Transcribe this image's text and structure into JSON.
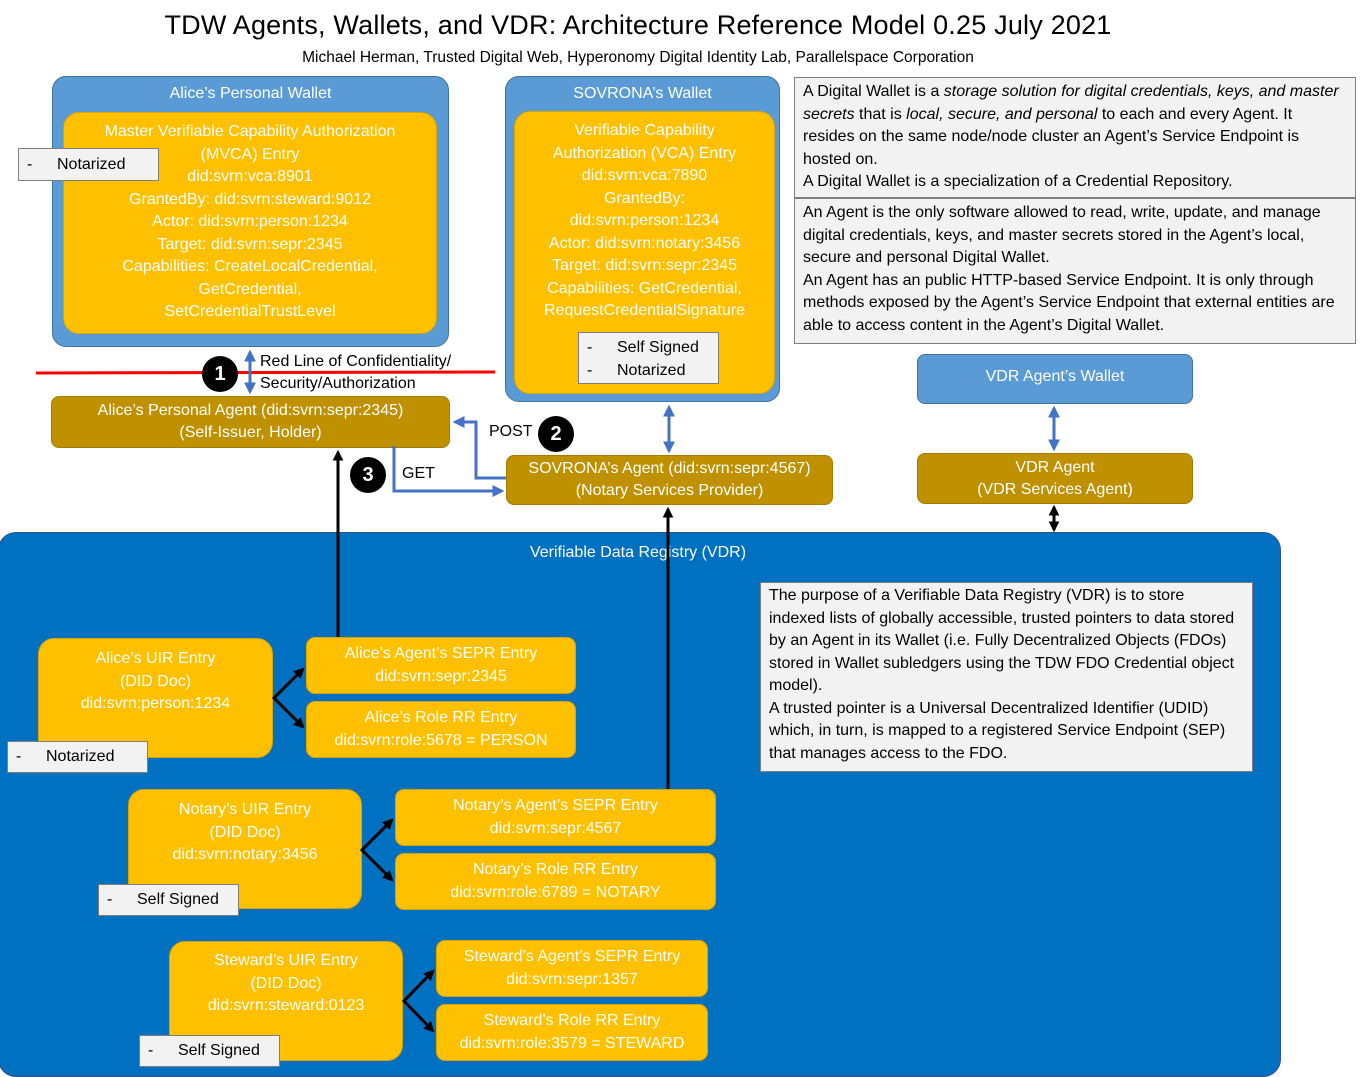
{
  "header": {
    "title": "TDW Agents, Wallets, and VDR: Architecture Reference Model 0.25 July 2021",
    "subtitle": "Michael Herman, Trusted Digital Web, Hyperonomy Digital Identity Lab, Parallelspace Corporation"
  },
  "alice_wallet": {
    "title": "Alice’s Personal Wallet",
    "entry_lines": [
      "Master Verifiable Capability Authorization",
      "(MVCA) Entry",
      "did:svrn:vca:8901",
      "GrantedBy: did:svrn:steward:9012",
      "Actor: did:svrn:person:1234",
      "Target: did:svrn:sepr:2345",
      "Capabilities: CreateLocalCredential,",
      "GetCredential,",
      "SetCredentialTrustLevel"
    ],
    "tags": [
      "Notarized"
    ]
  },
  "sovrona_wallet": {
    "title": "SOVRONA’s Wallet",
    "entry_lines": [
      "Verifiable Capability",
      "Authorization (VCA) Entry",
      "did:svrn:vca:7890",
      "GrantedBy:",
      "did:svrn:person:1234",
      "Actor: did:svrn:notary:3456",
      "Target: did:svrn:sepr:2345",
      "Capabilities: GetCredential,",
      "RequestCredentialSignature"
    ],
    "tags": [
      "Self Signed",
      "Notarized"
    ]
  },
  "notes": {
    "wallet_note": {
      "p1_a": "A Digital Wallet is a ",
      "p1_b": "storage solution for digital credentials, keys, and master secrets",
      "p1_c": " that is ",
      "p1_d": "local, secure, and personal",
      "p1_e": " to each and every Agent. It resides on the same node/node cluster an Agent’s Service Endpoint is hosted on.",
      "p2": "A Digital Wallet is a specialization of a Credential Repository."
    },
    "agent_note": {
      "p1": "An Agent is the only software allowed to read, write, update, and manage digital credentials, keys, and master secrets stored in the Agent’s local, secure and personal Digital Wallet.",
      "p2": "An Agent has an public HTTP-based Service Endpoint. It is only through methods exposed by the Agent’s Service Endpoint that external entities are able to access content in the Agent’s Digital Wallet."
    },
    "vdr_note": {
      "p1": "The purpose of a Verifiable Data Registry (VDR) is to store indexed lists of globally accessible, trusted pointers to data stored by an Agent in its Wallet (i.e. Fully Decentralized Objects (FDOs) stored in Wallet subledgers using the TDW FDO Credential object model).",
      "p2": "A trusted pointer is a Universal Decentralized Identifier (UDID) which, in turn, is mapped to a registered Service Endpoint (SEP) that manages access to the FDO."
    }
  },
  "red_line": {
    "label_line1": "Red Line of Confidentiality/",
    "label_line2": "Security/Authorization"
  },
  "steps": [
    {
      "number": "1"
    },
    {
      "number": "2",
      "label": "POST"
    },
    {
      "number": "3",
      "label": "GET"
    }
  ],
  "agents": {
    "alice": {
      "line1": "Alice’s Personal Agent (did:svrn:sepr:2345)",
      "line2": "(Self-Issuer, Holder)"
    },
    "sovrona": {
      "line1": "SOVRONA’s Agent (did:svrn:sepr:4567)",
      "line2": "(Notary Services Provider)"
    },
    "vdr": {
      "line1": "VDR Agent",
      "line2": "(VDR Services Agent)"
    }
  },
  "vdr_wallet": {
    "title": "VDR Agent’s Wallet"
  },
  "vdr": {
    "title": "Verifiable Data Registry (VDR)",
    "groups": [
      {
        "uir": [
          "Alice’s UIR Entry",
          "(DID Doc)",
          "did:svrn:person:1234"
        ],
        "tag": "Notarized",
        "sepr": [
          "Alice’s Agent’s SEPR Entry",
          "did:svrn:sepr:2345"
        ],
        "role": [
          "Alice’s Role RR Entry",
          "did:svrn:role:5678 = PERSON"
        ]
      },
      {
        "uir": [
          "Notary’s UIR Entry",
          "(DID Doc)",
          "did:svrn:notary:3456"
        ],
        "tag": "Self Signed",
        "sepr": [
          "Notary’s Agent’s SEPR Entry",
          "did:svrn:sepr:4567"
        ],
        "role": [
          "Notary’s Role RR Entry",
          "did:svrn:role:6789 = NOTARY"
        ]
      },
      {
        "uir": [
          "Steward’s UIR Entry",
          "(DID Doc)",
          "did:svrn:steward:0123"
        ],
        "tag": "Self Signed",
        "sepr": [
          "Steward’s Agent’s SEPR Entry",
          "did:svrn:sepr:1357"
        ],
        "role": [
          "Steward’s Role RR Entry",
          "did:svrn:role:3579 = STEWARD"
        ]
      }
    ]
  },
  "tag_bullet": "-",
  "colors": {
    "wallet_blue": "#5b9bd5",
    "entry_gold": "#ffc000",
    "agent_olive": "#bf9000",
    "vdr_blue": "#0070c0",
    "note_gray": "#f2f2f2",
    "red_line": "#ff0000",
    "arrow_blue": "#4472c4"
  }
}
